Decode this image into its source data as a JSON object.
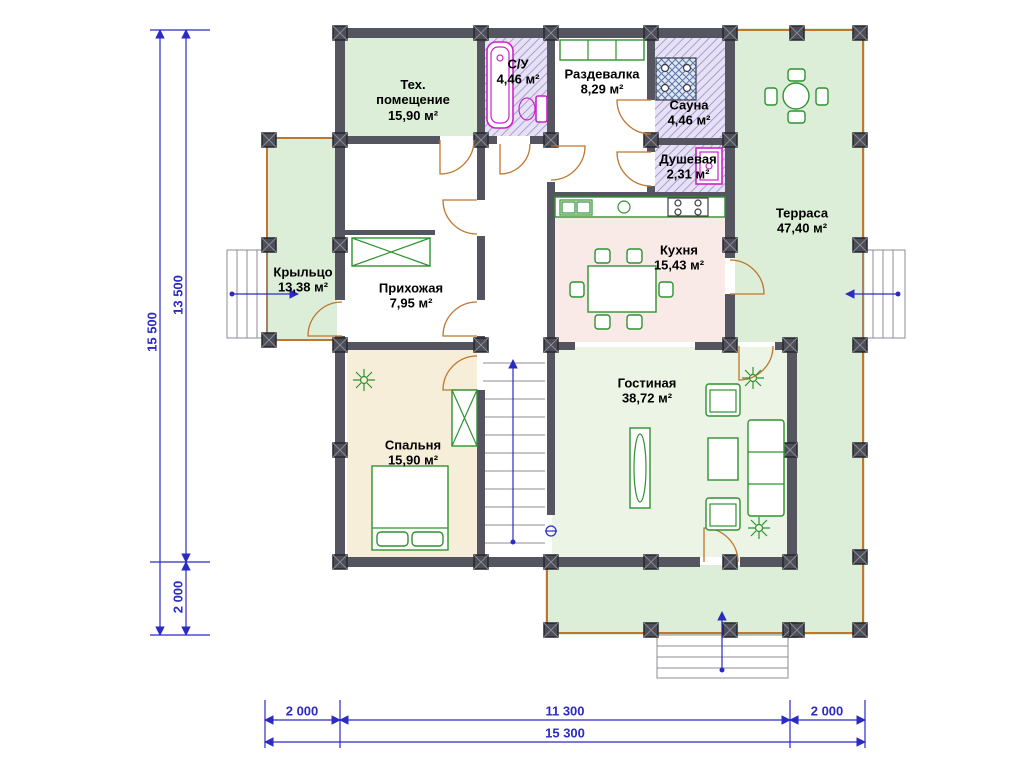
{
  "rooms": [
    {
      "id": "tech-room",
      "name": "Тех. помещение",
      "area": "15,90 м²"
    },
    {
      "id": "bathroom",
      "name": "С/У",
      "area": "4,46 м²"
    },
    {
      "id": "dressing-room",
      "name": "Раздевалка",
      "area": "8,29 м²"
    },
    {
      "id": "sauna",
      "name": "Сауна",
      "area": "4,46 м²"
    },
    {
      "id": "shower",
      "name": "Душевая",
      "area": "2,31 м²"
    },
    {
      "id": "terrace",
      "name": "Терраса",
      "area": "47,40 м²"
    },
    {
      "id": "porch",
      "name": "Крыльцо",
      "area": "13,38 м²"
    },
    {
      "id": "hallway",
      "name": "Прихожая",
      "area": "7,95 м²"
    },
    {
      "id": "kitchen",
      "name": "Кухня",
      "area": "15,43 м²"
    },
    {
      "id": "living-room",
      "name": "Гостиная",
      "area": "38,72 м²"
    },
    {
      "id": "bedroom",
      "name": "Спальня",
      "area": "15,90 м²"
    }
  ],
  "dimensions": {
    "left_outer": "15 500",
    "left_inner": "13 500",
    "left_lower": "2 000",
    "bottom_left": "2 000",
    "bottom_middle": "11 300",
    "bottom_right": "2 000",
    "bottom_total": "15 300"
  },
  "colors": {
    "wall": "#55555f",
    "terrace_green": "#ddeed8",
    "living_green": "#ecf4e6",
    "kitchen_pink": "#f9e9e7",
    "bedroom_beige": "#f7eeda",
    "wet_lavender": "#e6e1f4",
    "hatch_purple": "#9b8ccb",
    "furniture_green": "#2f9230",
    "fixture_magenta": "#cc22cc",
    "trim_orange": "#c0762c",
    "dimension_blue": "#2b2bc4"
  }
}
